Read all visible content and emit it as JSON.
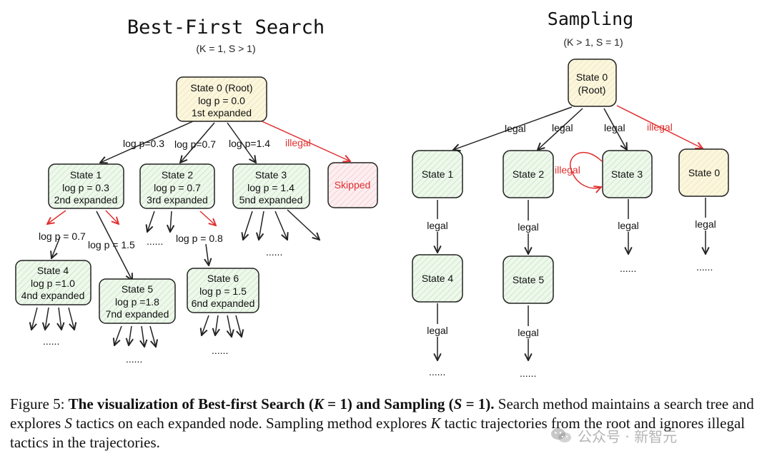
{
  "left": {
    "title": "Best-First Search",
    "params": "(K = 1, S > 1)",
    "nodes": [
      {
        "id": "root",
        "lines": [
          "State 0 (Root)",
          "log p = 0.0",
          "1st expanded"
        ]
      },
      {
        "id": "s1",
        "lines": [
          "State 1",
          "log p = 0.3",
          "2nd expanded"
        ]
      },
      {
        "id": "s2",
        "lines": [
          "State 2",
          "log p = 0.7",
          "3rd expanded"
        ]
      },
      {
        "id": "s3",
        "lines": [
          "State 3",
          "log p = 1.4",
          "5nd expanded"
        ]
      },
      {
        "id": "skipped",
        "lines": [
          "Skipped"
        ]
      },
      {
        "id": "s4",
        "lines": [
          "State 4",
          "log p =1.0",
          "4nd expanded"
        ]
      },
      {
        "id": "s5",
        "lines": [
          "State 5",
          "log p =1.8",
          "7nd expanded"
        ]
      },
      {
        "id": "s6",
        "lines": [
          "State 6",
          "log p = 1.5",
          "6nd expanded"
        ]
      }
    ],
    "edge_labels": {
      "root_s1": "log p=0.3",
      "root_s2": "log p=0.7",
      "root_s3": "log p=1.4",
      "root_skipped": "illegal",
      "s1_s4": "log p = 0.7",
      "s1_s5": "log p = 1.5",
      "s2_s6": "log p = 0.8"
    },
    "ellipsis": "......"
  },
  "right": {
    "title": "Sampling",
    "params": "(K > 1, S = 1)",
    "nodes": [
      {
        "id": "root",
        "lines": [
          "State 0",
          "(Root)"
        ]
      },
      {
        "id": "s1",
        "lines": [
          "State 1"
        ]
      },
      {
        "id": "s2",
        "lines": [
          "State 2"
        ]
      },
      {
        "id": "s3",
        "lines": [
          "State 3"
        ]
      },
      {
        "id": "s0b",
        "lines": [
          "State 0"
        ]
      },
      {
        "id": "s4",
        "lines": [
          "State 4"
        ]
      },
      {
        "id": "s5",
        "lines": [
          "State 5"
        ]
      }
    ],
    "edge_labels": {
      "legal": "legal",
      "illegal": "illegal"
    },
    "ellipsis": "......"
  },
  "caption": {
    "lead": "Figure 5:",
    "bold1": "The visualization of Best-first Search (",
    "k_var": "K",
    "eq1": " = 1)",
    "bold2": " and Sampling (",
    "s_var": "S",
    "eq2": " = 1).",
    "text1": " Search method maintains a search tree and explores ",
    "s_var2": "S",
    "text2": " tactics on each expanded node. Sampling method explores ",
    "k_var2": "K",
    "text3": " tactic trajectories from the root and ignores illegal tactics in the trajectories."
  },
  "watermark": "公众号 · 新智元",
  "colors": {
    "root_fill": "#fbf6dd",
    "state_fill": "#e7f5e4",
    "skipped_fill": "#fbe7ea",
    "stroke": "#222222",
    "red": "#e03030"
  }
}
